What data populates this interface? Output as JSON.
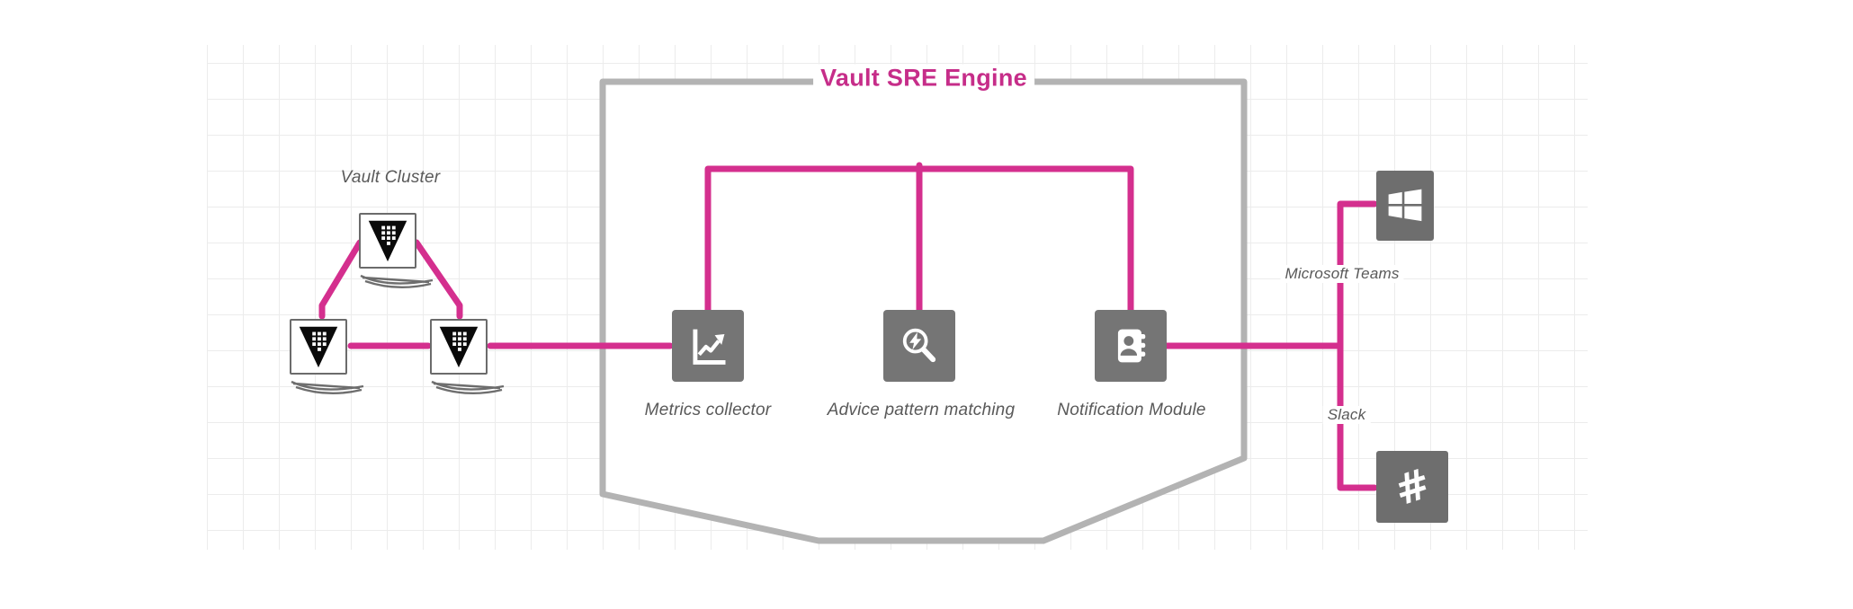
{
  "canvas": {
    "type": "diagram-grid-canvas"
  },
  "colors": {
    "edge_pink": "#d42f8e",
    "title_pink": "#c62d89",
    "container_border": "#b3b3b3",
    "container_fill": "#ffffff",
    "module_fill": "#757575",
    "endpoint_fill": "#6e6e6e",
    "label_text": "#595959",
    "grid_line": "#ececec",
    "vault_node_border": "#6b6b6b"
  },
  "container": {
    "title": "Vault SRE Engine"
  },
  "cluster": {
    "label": "Vault Cluster",
    "node_icon": "vault-triangle-icon",
    "node_count": 3
  },
  "modules": [
    {
      "label": "Metrics collector",
      "icon": "line-chart-icon"
    },
    {
      "label": "Advice pattern matching",
      "icon": "search-bolt-icon"
    },
    {
      "label": "Notification Module",
      "icon": "address-book-icon"
    }
  ],
  "endpoints": [
    {
      "label": "Microsoft Teams",
      "icon": "windows-icon"
    },
    {
      "label": "Slack",
      "icon": "slack-hash-icon",
      "glyph": "#"
    }
  ]
}
